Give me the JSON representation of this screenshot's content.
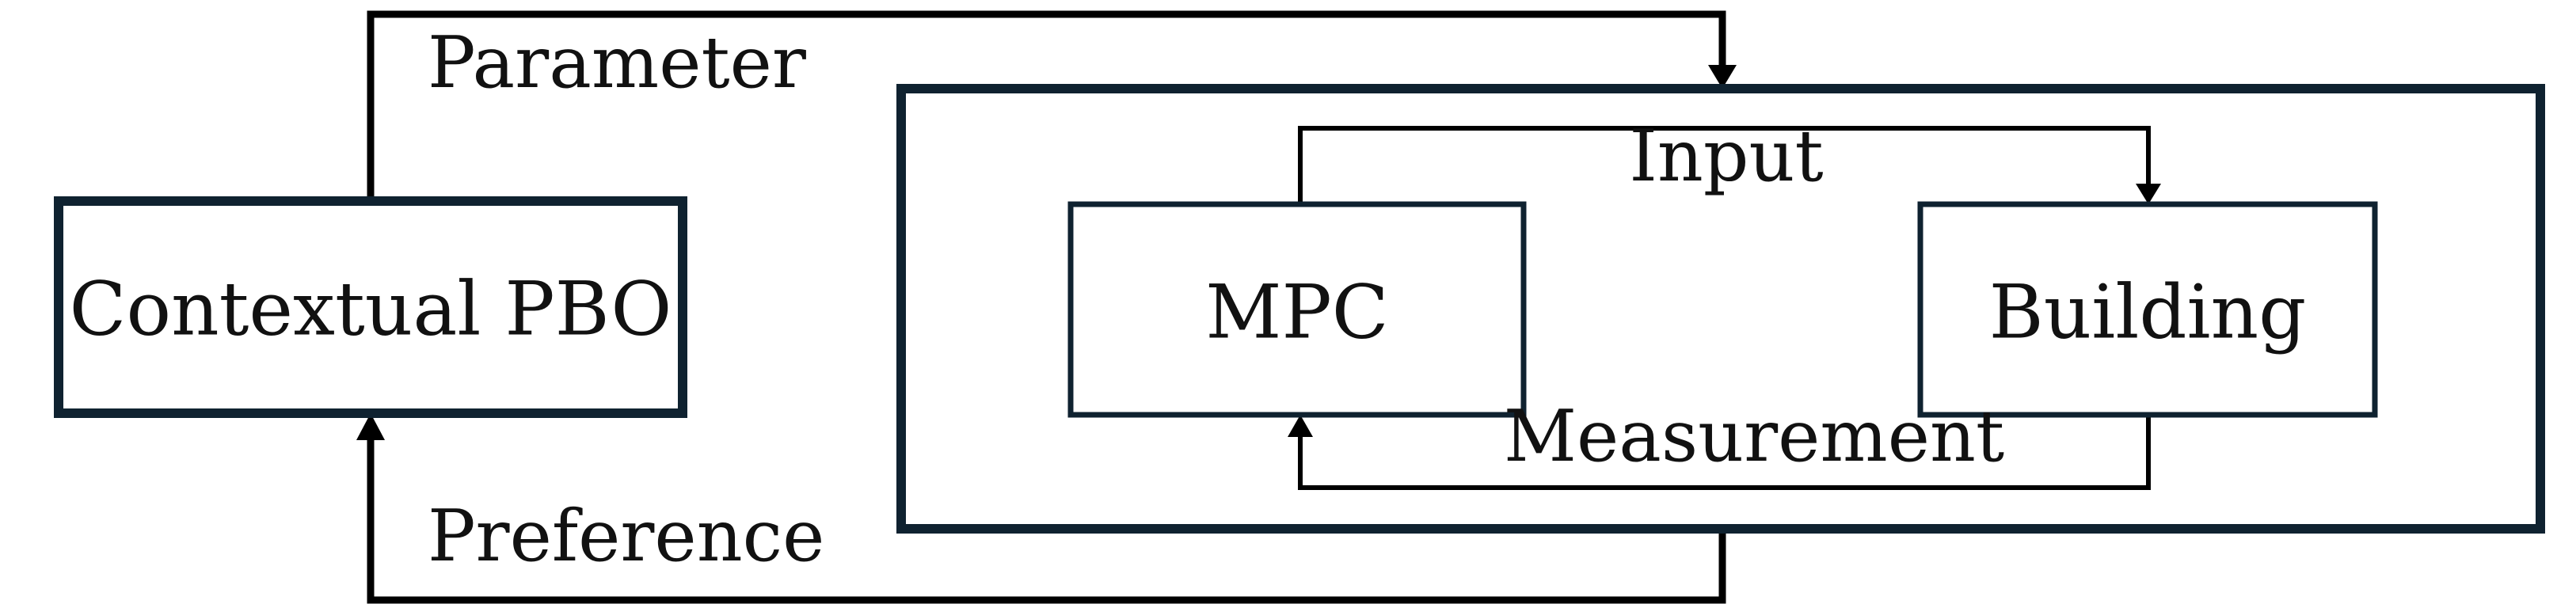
{
  "blocks": {
    "contextual_pbo": "Contextual PBO",
    "mpc": "MPC",
    "building": "Building"
  },
  "signals": {
    "parameter": "Parameter",
    "preference": "Preference",
    "input": "Input",
    "measurement": "Measurement"
  }
}
